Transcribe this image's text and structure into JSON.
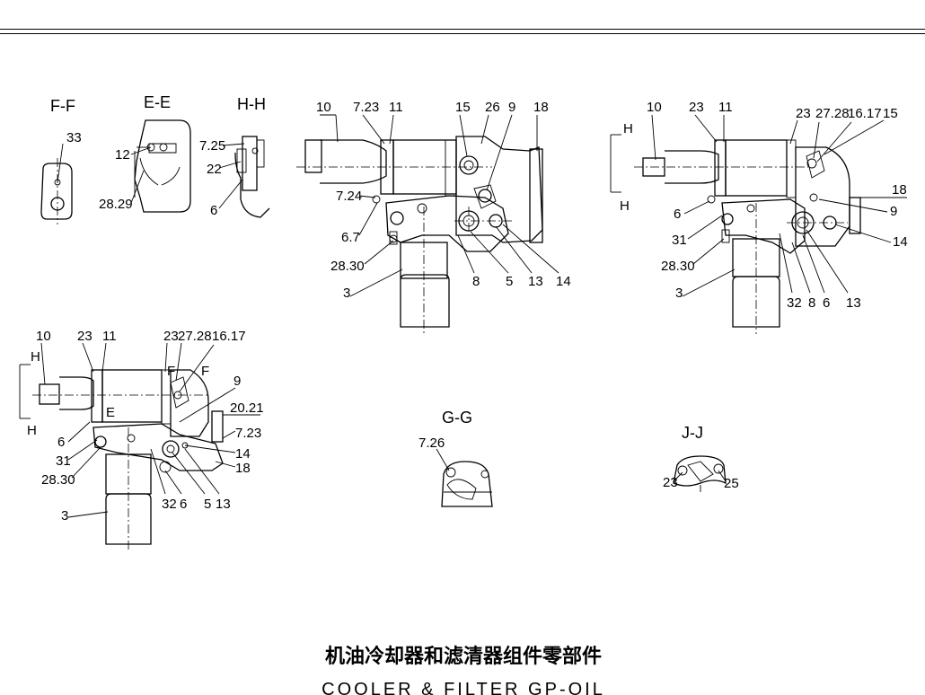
{
  "sections": {
    "ff": "F-F",
    "ee": "E-E",
    "hh": "H-H",
    "gg": "G-G",
    "jj": "J-J"
  },
  "markers": {
    "h": "H",
    "f": "F",
    "e": "E"
  },
  "view1": {
    "l33": "33",
    "l12": "12",
    "l2829": "28.29",
    "l725": "7.25",
    "l22": "22",
    "l6": "6"
  },
  "view2": {
    "l10": "10",
    "l723": "7.23",
    "l11": "11",
    "l15": "15",
    "l26": "26",
    "l9": "9",
    "l18": "18",
    "l724": "7.24",
    "l67": "6.7",
    "l2830": "28.30",
    "l3": "3",
    "l8": "8",
    "l5": "5",
    "l13": "13",
    "l14": "14"
  },
  "view3": {
    "l10": "10",
    "l23a": "23",
    "l11": "11",
    "l23b": "23",
    "l2728": "27.28",
    "l1617": "16.17",
    "l15": "15",
    "l18": "18",
    "l9": "9",
    "l14": "14",
    "l6a": "6",
    "l31": "31",
    "l2830": "28.30",
    "l3": "3",
    "l32": "32",
    "l8": "8",
    "l6b": "6",
    "l13": "13"
  },
  "view4": {
    "l10": "10",
    "l23a": "23",
    "l11": "11",
    "l23b": "23",
    "l2728": "27.28",
    "l1617": "16.17",
    "l9": "9",
    "l2021": "20.21",
    "l723": "7.23",
    "l14": "14",
    "l18": "18",
    "l6a": "6",
    "l31": "31",
    "l2830": "28.30",
    "l3": "3",
    "l32": "32",
    "l6b": "6",
    "l5": "5",
    "l13": "13"
  },
  "view5": {
    "l726": "7.26"
  },
  "view6": {
    "l23": "23",
    "l25": "25"
  },
  "title": "机油冷却器和滤清器组件零部件",
  "subtitle": "COOLER & FILTER GP-OIL"
}
